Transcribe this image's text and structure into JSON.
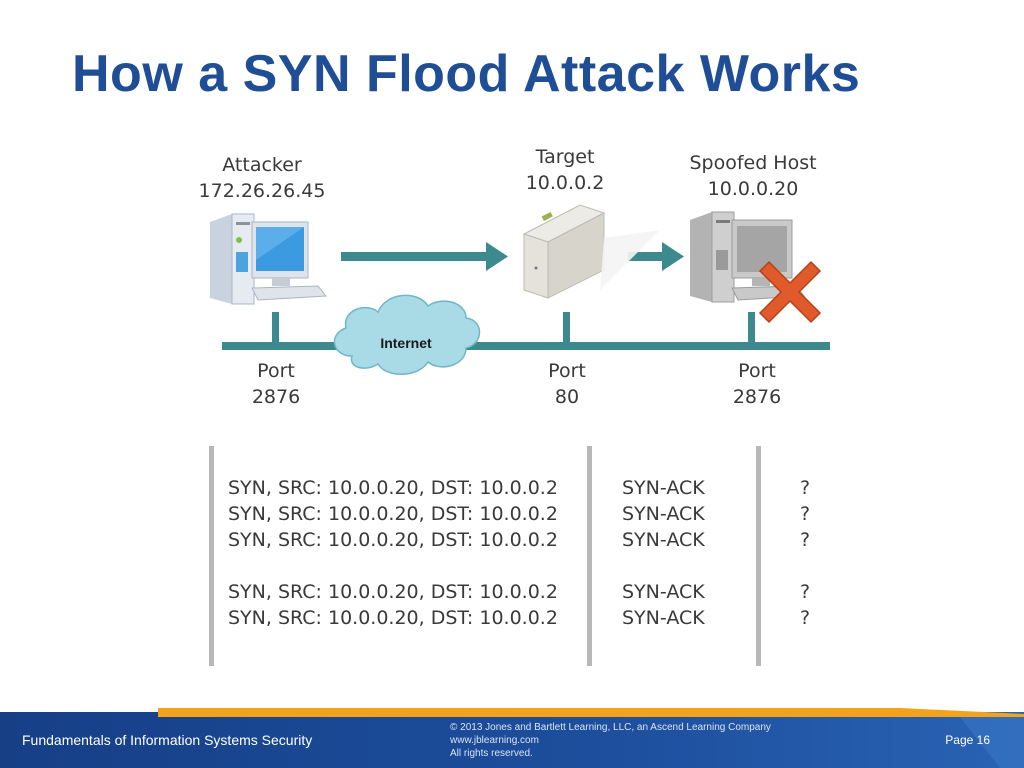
{
  "title": "How a SYN Flood Attack Works",
  "nodes": {
    "attacker": {
      "name": "Attacker",
      "ip": "172.26.26.45",
      "port_label": "Port",
      "port": "2876"
    },
    "target": {
      "name": "Target",
      "ip": "10.0.0.2",
      "port_label": "Port",
      "port": "80"
    },
    "spoofed": {
      "name": "Spoofed Host",
      "ip": "10.0.0.20",
      "port_label": "Port",
      "port": "2876"
    }
  },
  "cloud_label": "Internet",
  "packets": [
    {
      "syn": "SYN, SRC: 10.0.0.20, DST: 10.0.0.2",
      "reply": "SYN-ACK",
      "result": "?"
    },
    {
      "syn": "SYN, SRC: 10.0.0.20, DST: 10.0.0.2",
      "reply": "SYN-ACK",
      "result": "?"
    },
    {
      "syn": "SYN, SRC: 10.0.0.20, DST: 10.0.0.2",
      "reply": "SYN-ACK",
      "result": "?"
    },
    {
      "syn": "SYN, SRC: 10.0.0.20, DST: 10.0.0.2",
      "reply": "SYN-ACK",
      "result": "?"
    },
    {
      "syn": "SYN, SRC: 10.0.0.20, DST: 10.0.0.2",
      "reply": "SYN-ACK",
      "result": "?"
    }
  ],
  "footer": {
    "course": "Fundamentals of Information Systems Security",
    "copyright": "© 2013 Jones and Bartlett Learning, LLC, an Ascend Learning Company",
    "website": "www.jblearning.com",
    "rights": "All rights reserved.",
    "page": "Page 16"
  },
  "colors": {
    "title": "#1f4e96",
    "network_line": "#3d8a8e",
    "arrow": "#3d8a8e",
    "cloud": "#a9dbe6",
    "x_mark": "#e05a2b",
    "footer_bg": "#1b4a94",
    "footer_accent": "#f2a21b"
  },
  "icons": [
    "attacker-computer-icon",
    "server-icon",
    "spoofed-computer-icon",
    "x-mark-icon",
    "internet-cloud-icon"
  ]
}
